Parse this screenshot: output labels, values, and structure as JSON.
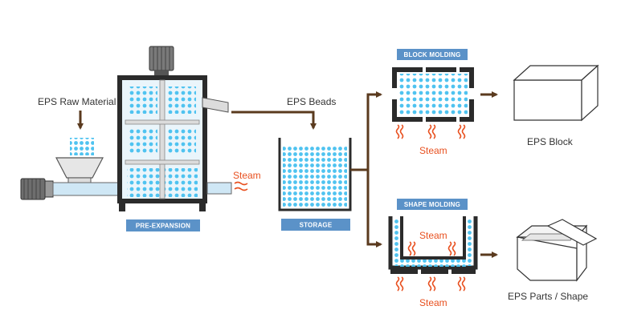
{
  "labels": {
    "raw_material": "EPS Raw Material",
    "beads": "EPS Beads",
    "steam_pre": "Steam",
    "steam_block": "Steam",
    "steam_shape_top": "Steam",
    "steam_shape_bottom": "Steam",
    "block_out": "EPS Block",
    "parts_out": "EPS Parts / Shape"
  },
  "badges": {
    "pre_expansion": "PRE-EXPANSION",
    "storage": "STORAGE",
    "block_molding": "BLOCK MOLDING",
    "shape_molding": "SHAPE MOLDING"
  },
  "colors": {
    "bead": "#4fc3f0",
    "badge": "#5b92c8",
    "arrow": "#5a3a1e",
    "steam": "#e8501f",
    "machine_dark": "#2b2b2b",
    "pipe": "#cfe7f5"
  },
  "icons": {
    "motor": "motor-icon",
    "hopper": "hopper-icon",
    "block": "eps-block-icon",
    "box": "eps-box-icon",
    "steam": "steam-wave-icon"
  }
}
